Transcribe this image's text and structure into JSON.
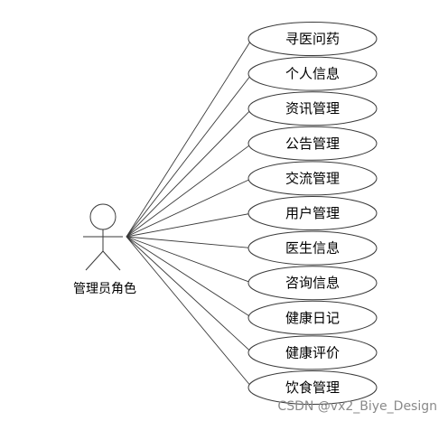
{
  "actor": {
    "label": "管理员角色"
  },
  "use_cases": [
    {
      "label": "寻医问药"
    },
    {
      "label": "个人信息"
    },
    {
      "label": "资讯管理"
    },
    {
      "label": "公告管理"
    },
    {
      "label": "交流管理"
    },
    {
      "label": "用户管理"
    },
    {
      "label": "医生信息"
    },
    {
      "label": "咨询信息"
    },
    {
      "label": "健康日记"
    },
    {
      "label": "健康评价"
    },
    {
      "label": "饮食管理"
    }
  ],
  "watermark": {
    "text": "CSDN @vx2_Biye_Design"
  }
}
